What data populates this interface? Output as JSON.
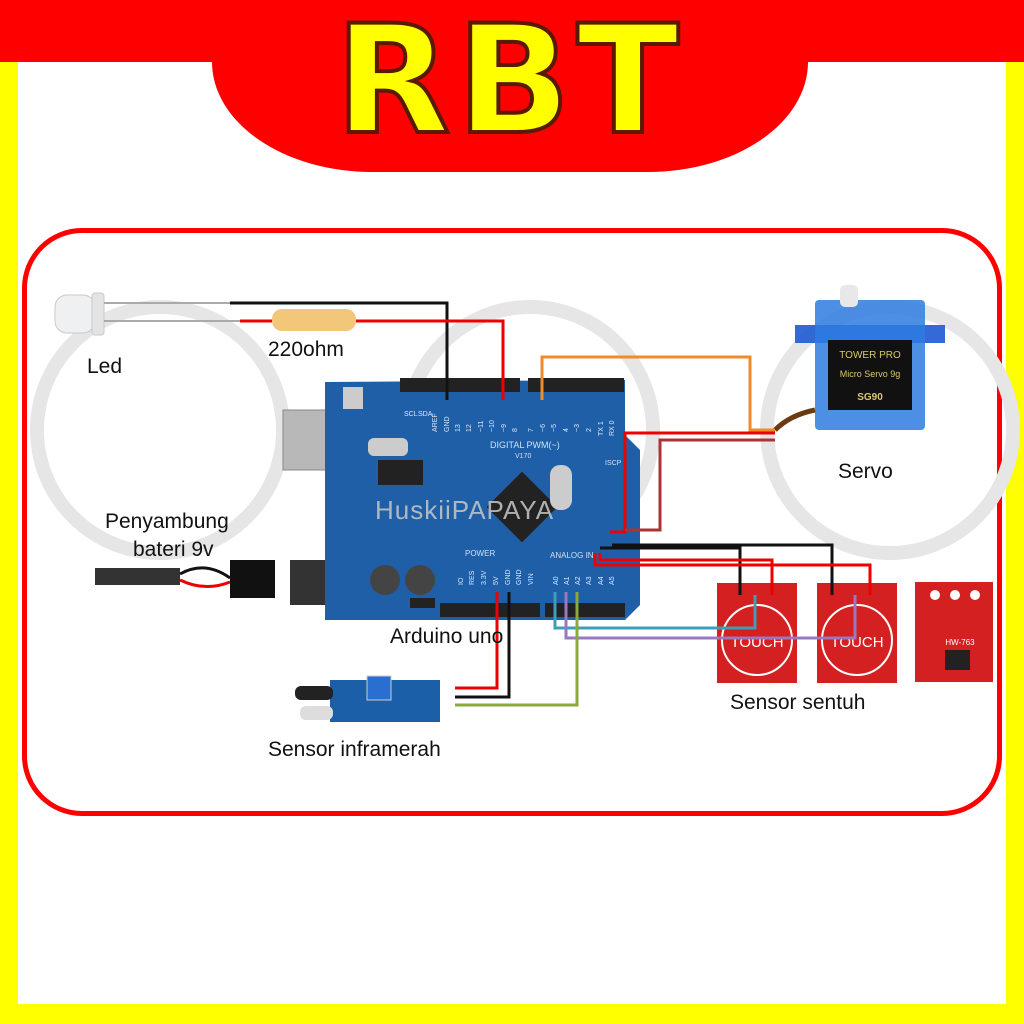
{
  "brand": {
    "logo_text": "RBT",
    "colors": {
      "banner": "#ff0000",
      "border": "#ffff00",
      "frame": "#ff0000"
    }
  },
  "diagram": {
    "labels": {
      "led": "Led",
      "resistor": "220ohm",
      "battery_line1": "Penyambung",
      "battery_line2": "bateri 9v",
      "arduino": "Arduino uno",
      "ir_sensor": "Sensor inframerah",
      "servo": "Servo",
      "touch_sensor": "Sensor sentuh"
    },
    "board": {
      "digital_header": "DIGITAL PWM(~)",
      "power_header": "POWER",
      "analog_header": "ANALOG IN",
      "version": "V170",
      "icsp": "ISCP",
      "power_pins": [
        "IO",
        "RES",
        "3.3V",
        "5V",
        "GND",
        "GND",
        "VIN"
      ],
      "analog_pins": [
        "A0",
        "A1",
        "A2",
        "A3",
        "A4",
        "A5"
      ],
      "digital_pins": [
        "SCL",
        "SDA",
        "AREF",
        "GND",
        "13",
        "12",
        "~11",
        "~10",
        "~9",
        "8",
        "7",
        "~6",
        "~5",
        "4",
        "~3",
        "2",
        "TX 1",
        "RX 0"
      ]
    },
    "servo": {
      "brand": "TOWER PRO",
      "model_line": "Micro Servo 9g",
      "model": "SG90"
    },
    "touch_module": {
      "text": "TOUCH",
      "module_id": "HW-763"
    },
    "watermark": "HuskiiPAPAYA"
  }
}
